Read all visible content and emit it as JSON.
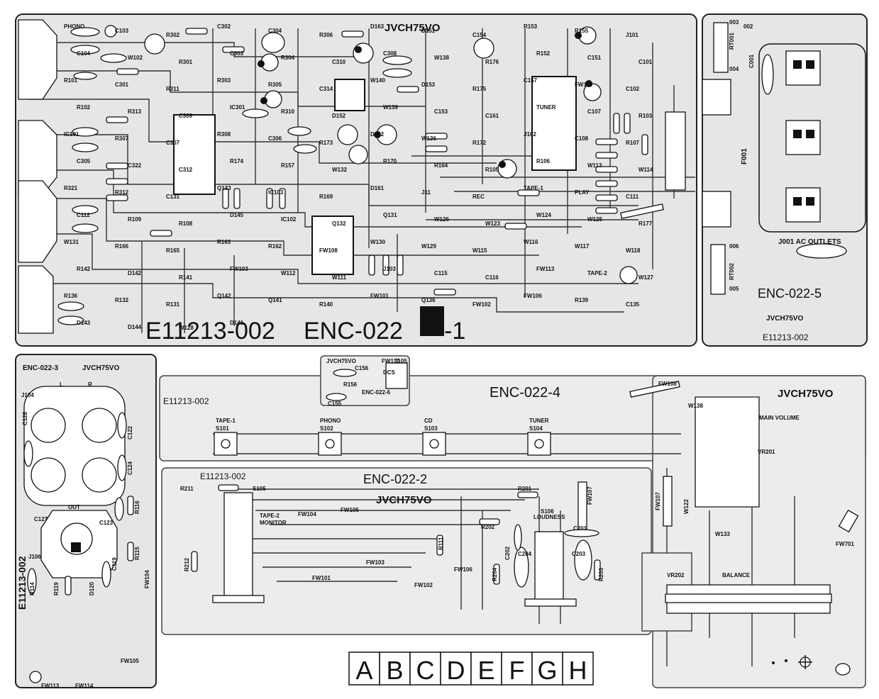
{
  "brand": "JVCH75VO",
  "boards": {
    "main": {
      "name": "ENC-022",
      "suffix": "-1",
      "part_no": "E11213-002"
    },
    "outlet": {
      "name": "ENC-022-5",
      "part_no": "E11213-002",
      "outlets_label": "J001 AC OUTLETS",
      "fuse": "F001",
      "connectors": [
        "RT001",
        "RT002",
        "C001"
      ],
      "pins": [
        "003",
        "002",
        "004",
        "005",
        "006"
      ]
    },
    "jack_board": {
      "name": "ENC-022-3",
      "part_no": "E11213-002",
      "jacks": [
        "J104",
        "J106"
      ],
      "labels": [
        "C128",
        "C122",
        "C124",
        "C127",
        "C123",
        "R116",
        "R115",
        "R114",
        "R119",
        "D120",
        "C119",
        "FW104",
        "FW105",
        "FW113",
        "FW114",
        "OUT",
        "L",
        "R"
      ]
    },
    "switch_board": {
      "name": "ENC-022-4",
      "part_no": "E11213-002",
      "switches": [
        {
          "name": "TAPE-1",
          "id": "S101"
        },
        {
          "name": "PHONO",
          "id": "S102"
        },
        {
          "name": "CD",
          "id": "S103"
        },
        {
          "name": "TUNER",
          "id": "S104"
        }
      ],
      "volume": {
        "label": "MAIN VOLUME",
        "id": "VR201"
      },
      "extras": [
        "FW108",
        "W138",
        "W133",
        "FW107",
        "W122",
        "FW701"
      ]
    },
    "small_board": {
      "name": "ENC-022-6",
      "labels": [
        "JVCH75VO",
        "C156",
        "R156",
        "C155",
        "FW110",
        "J105",
        "DCS"
      ]
    },
    "control_board": {
      "name": "ENC-022-2",
      "part_no": "E11213-002",
      "labels": [
        "R211",
        "S105",
        "TAPE-2",
        "MONITOR",
        "FW104",
        "FW105",
        "R201",
        "FW107",
        "S106",
        "LOUDNESS",
        "C201",
        "R202",
        "C202",
        "C203",
        "C204",
        "R204",
        "R203",
        "R212",
        "FW101",
        "FW103",
        "FW102",
        "FW106",
        "R111",
        "VR202",
        "BALANCE"
      ]
    }
  },
  "main_labels": [
    "PHONO",
    "C103",
    "R302",
    "C302",
    "C304",
    "R306",
    "D163",
    "D151",
    "C154",
    "R153",
    "R155",
    "J101",
    "C104",
    "W102",
    "R301",
    "C303",
    "R304",
    "C310",
    "C308",
    "W138",
    "R176",
    "R152",
    "C151",
    "C101",
    "R101",
    "C301",
    "R311",
    "R303",
    "R305",
    "C314",
    "W140",
    "D153",
    "R175",
    "C157",
    "FW110",
    "C102",
    "R102",
    "R313",
    "C309",
    "IC301",
    "R310",
    "D152",
    "W139",
    "C153",
    "C161",
    "TUNER",
    "C107",
    "R103",
    "IC101",
    "R307",
    "C307",
    "R308",
    "C306",
    "R173",
    "D162",
    "W136",
    "R172",
    "J102",
    "C108",
    "R107",
    "C305",
    "C322",
    "C312",
    "R174",
    "R157",
    "W132",
    "R170",
    "R164",
    "R105",
    "R106",
    "W113",
    "W114",
    "R321",
    "R312",
    "C131",
    "Q133",
    "IC103",
    "R169",
    "D161",
    "J11",
    "REC",
    "TAPE-1",
    "PLAY",
    "C111",
    "C112",
    "R109",
    "R108",
    "D145",
    "IC102",
    "Q132",
    "Q131",
    "W126",
    "W123",
    "W124",
    "W125",
    "R177",
    "W131",
    "R166",
    "R165",
    "R163",
    "R162",
    "FW108",
    "W130",
    "W129",
    "W115",
    "W116",
    "W117",
    "W118",
    "R142",
    "D142",
    "R141",
    "FW103",
    "W112",
    "W111",
    "J103",
    "C115",
    "C116",
    "FW113",
    "TAPE-2",
    "W127",
    "R136",
    "R132",
    "R131",
    "Q142",
    "Q141",
    "R140",
    "FW101",
    "Q136",
    "FW102",
    "FW106",
    "R139",
    "C135",
    "D143",
    "D144",
    "W128",
    "D141"
  ],
  "grid_letters": [
    "A",
    "B",
    "C",
    "D",
    "E",
    "F",
    "G",
    "H"
  ]
}
